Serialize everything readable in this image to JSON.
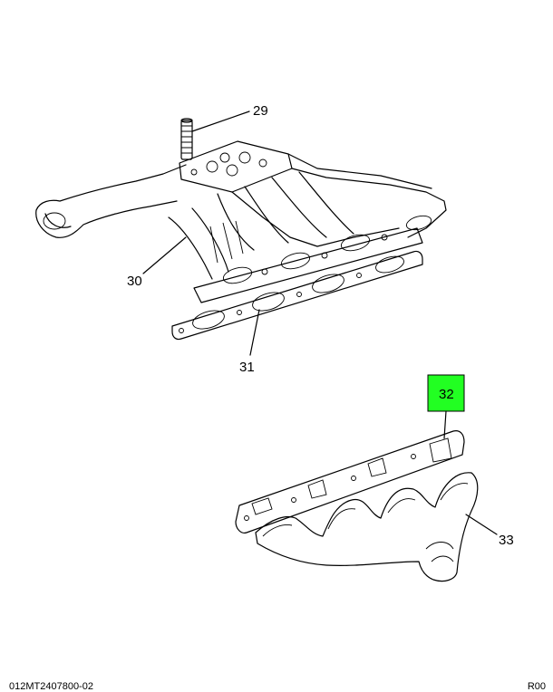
{
  "callouts": {
    "c29": "29",
    "c30": "30",
    "c31": "31",
    "c32": "32",
    "c33": "33"
  },
  "highlight_color": "#22ff22",
  "footer": {
    "code": "012MT2407800-02",
    "corner": "R00"
  }
}
